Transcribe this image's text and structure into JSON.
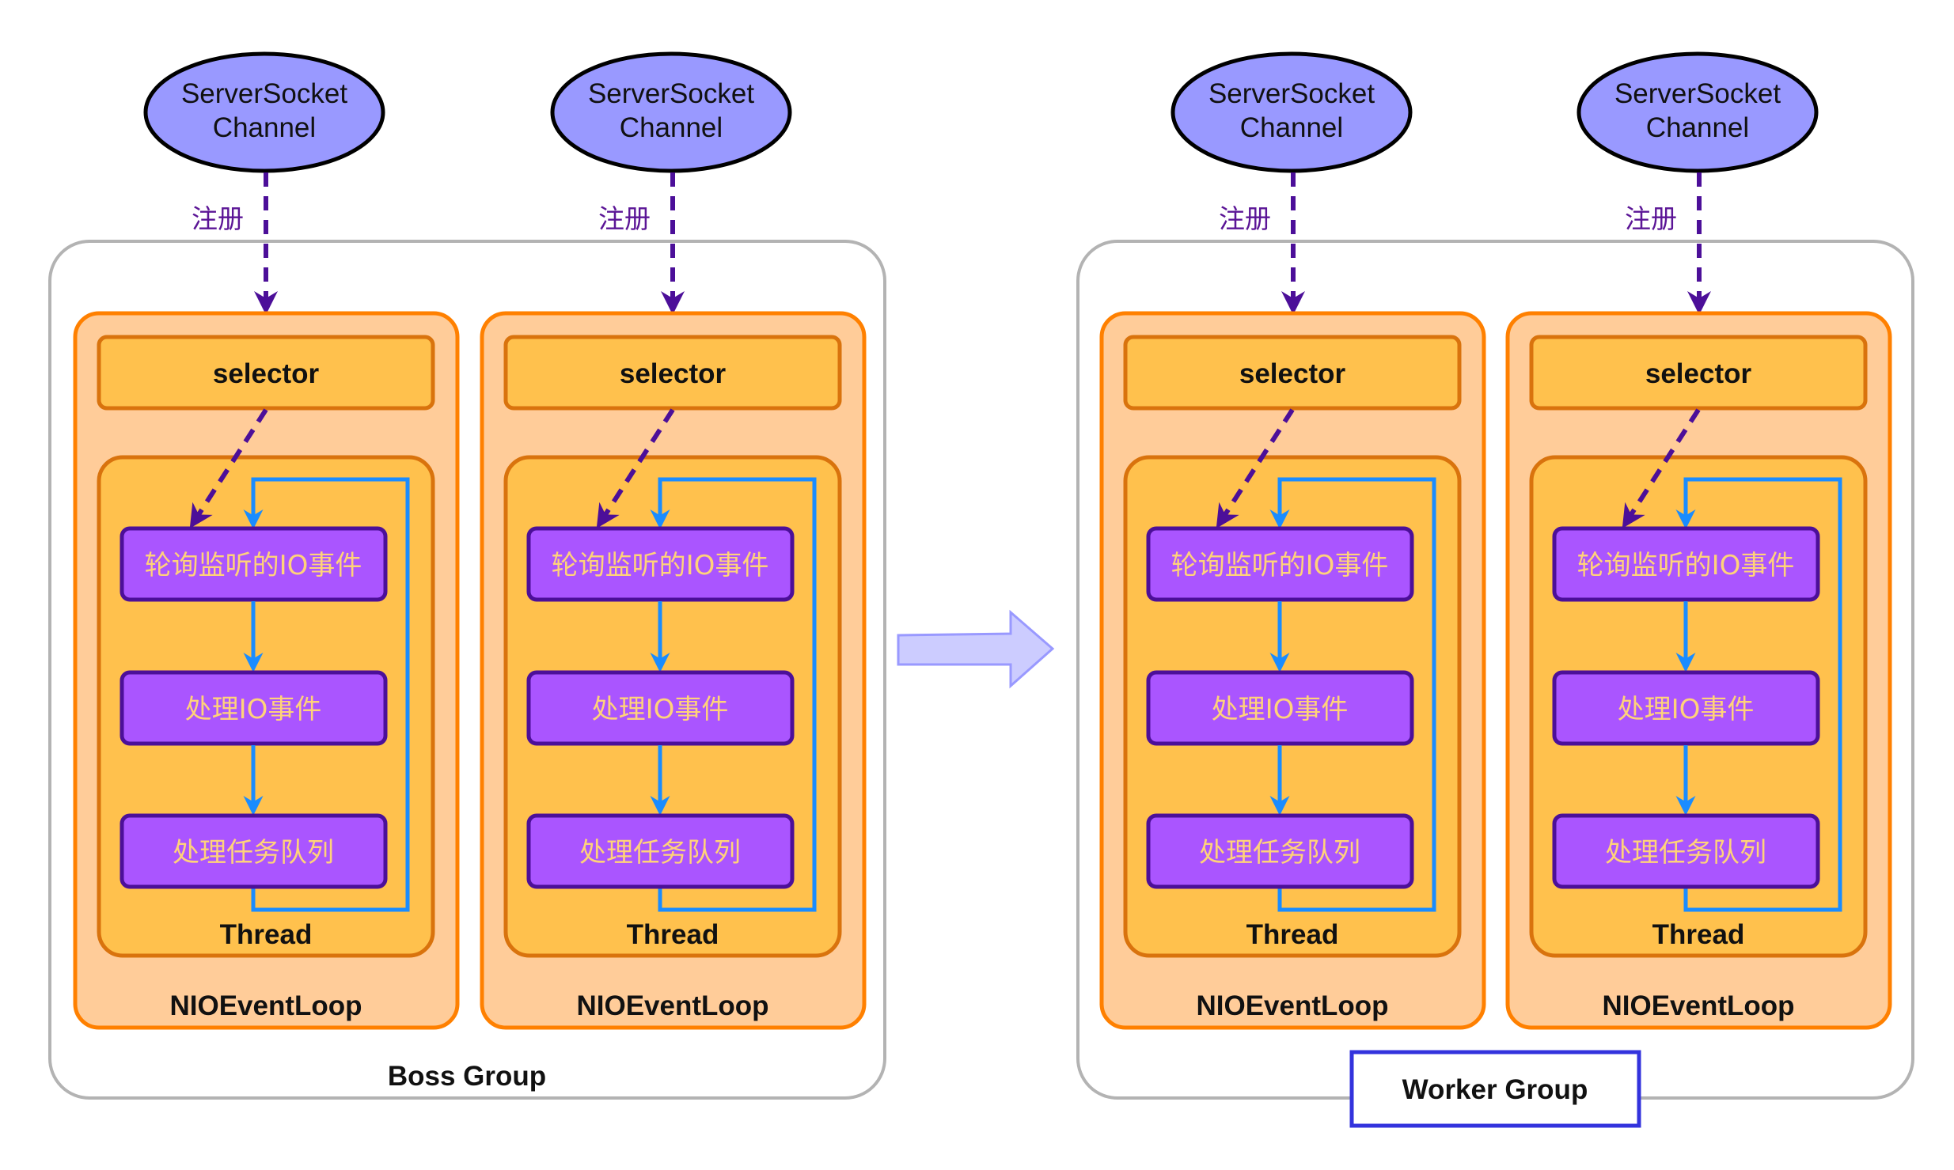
{
  "groups": [
    {
      "label": "Boss Group",
      "loops": [
        {
          "channel_line1": "ServerSocket",
          "channel_line2": "Channel",
          "register_label": "注册",
          "selector": "selector",
          "steps": [
            "轮询监听的IO事件",
            "处理IO事件",
            "处理任务队列"
          ],
          "thread_label": "Thread",
          "loop_label": "NIOEventLoop"
        },
        {
          "channel_line1": "ServerSocket",
          "channel_line2": "Channel",
          "register_label": "注册",
          "selector": "selector",
          "steps": [
            "轮询监听的IO事件",
            "处理IO事件",
            "处理任务队列"
          ],
          "thread_label": "Thread",
          "loop_label": "NIOEventLoop"
        }
      ]
    },
    {
      "label": "Worker Group",
      "loops": [
        {
          "channel_line1": "ServerSocket",
          "channel_line2": "Channel",
          "register_label": "注册",
          "selector": "selector",
          "steps": [
            "轮询监听的IO事件",
            "处理IO事件",
            "处理任务队列"
          ],
          "thread_label": "Thread",
          "loop_label": "NIOEventLoop"
        },
        {
          "channel_line1": "ServerSocket",
          "channel_line2": "Channel",
          "register_label": "注册",
          "selector": "selector",
          "steps": [
            "轮询监听的IO事件",
            "处理IO事件",
            "处理任务队列"
          ],
          "thread_label": "Thread",
          "loop_label": "NIOEventLoop"
        }
      ]
    }
  ],
  "colors": {
    "channel_fill": "#9999ff",
    "channel_stroke": "#000000",
    "register_arrow": "#4c0f99",
    "register_text": "#5b1596",
    "group_stroke": "#b3b3b3",
    "loop_fill": "#ffcc99",
    "loop_stroke": "#ff8000",
    "selector_fill": "#ffc14d",
    "selector_stroke": "#d9730d",
    "thread_fill": "#ffc14d",
    "thread_stroke": "#d9730d",
    "step_fill": "#aa55ff",
    "step_stroke": "#4c0f99",
    "step_text": "#ffd27a",
    "flow_arrow": "#1a8cff",
    "transition_fill": "#ccccff",
    "transition_stroke": "#9999ff",
    "worker_label_stroke": "#3333dd"
  }
}
